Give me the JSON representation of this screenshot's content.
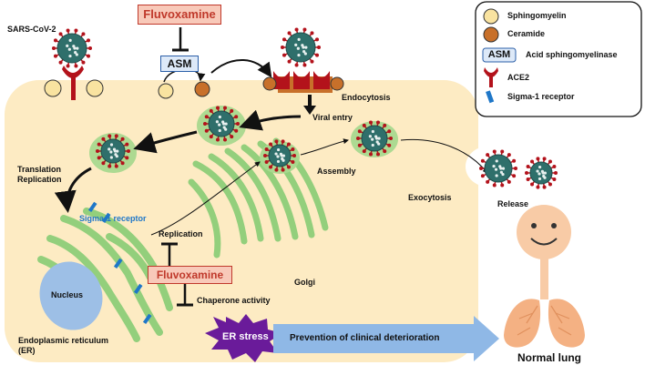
{
  "title": "SARS-CoV-2",
  "drug_top": "Fluvoxamine",
  "drug_mid": "Fluvoxamine",
  "asm": "ASM",
  "labels": {
    "endocytosis": "Endocytosis",
    "viral_entry": "Viral entry",
    "translation": "Translation\nReplication",
    "sigma": "Sigma-1 receptor",
    "assembly": "Assembly",
    "exocytosis": "Exocytosis",
    "release": "Release",
    "replication": "Replication",
    "chaperone": "Chaperone activity",
    "nucleus": "Nucleus",
    "golgi": "Golgi",
    "er": "Endoplasmic reticulum\n(ER)",
    "er_stress": "ER stress",
    "prevention": "Prevention of clinical deterioration",
    "normal_lung": "Normal lung"
  },
  "legend": [
    {
      "key": "sphingomyelin",
      "label": "Sphingomyelin"
    },
    {
      "key": "ceramide",
      "label": "Ceramide"
    },
    {
      "key": "asm",
      "box": "ASM",
      "label": "Acid sphingomyelinase"
    },
    {
      "key": "ace2",
      "label": "ACE2"
    },
    {
      "key": "sigma1",
      "label": "Sigma-1 receptor"
    }
  ],
  "colors": {
    "cell": "#fdebc3",
    "sphingomyelin": "#f9e3a0",
    "ceramide": "#c8702a",
    "ace2": "#b3121b",
    "sigma": "#1f77c8",
    "fluvo_fill": "#f8c9b9",
    "fluvo_text": "#c0392b",
    "asm_fill": "#dde9f8",
    "vesicle": "#a9d98f",
    "virus": "#2f6f6b",
    "spike": "#b3121b",
    "er": "#93cf7c",
    "nucleus": "#9dbfe6",
    "er_stress": "#6a1b9a",
    "arrow_blue": "#8fb8e6",
    "lung": "#f4b183",
    "face": "#f8cba6"
  }
}
